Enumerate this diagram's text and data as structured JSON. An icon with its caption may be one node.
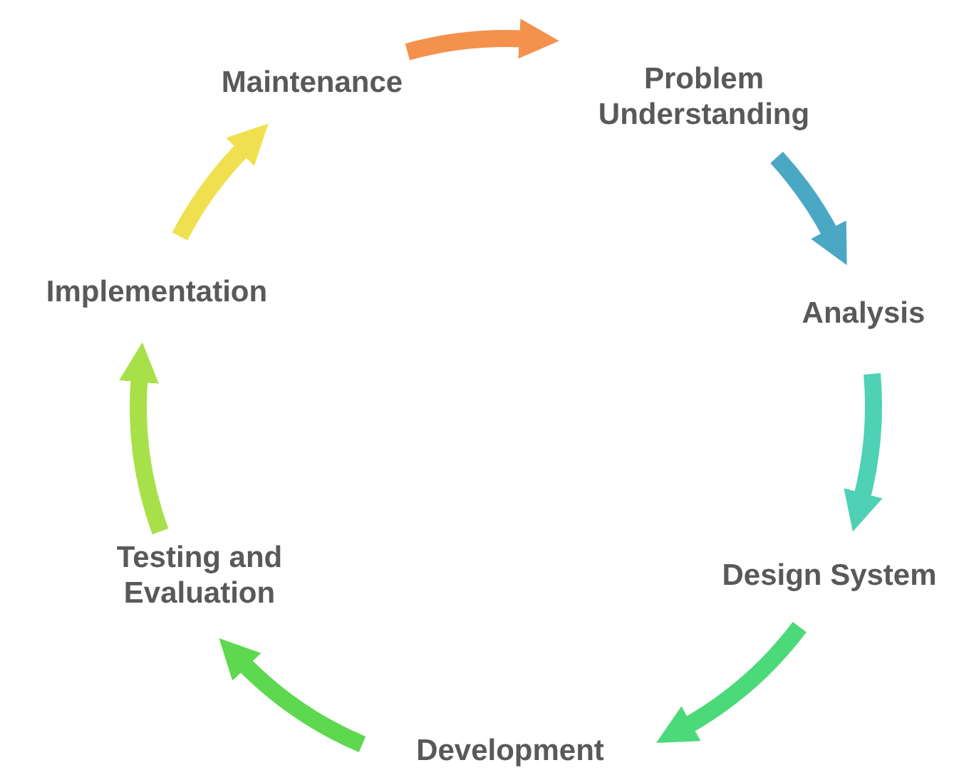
{
  "diagram": {
    "nodes": [
      {
        "text": [
          "Maintenance"
        ]
      },
      {
        "text": [
          "Problem Understanding"
        ]
      },
      {
        "text": [
          "Analysis"
        ]
      },
      {
        "text": [
          "Design System"
        ]
      },
      {
        "text": [
          "Development"
        ]
      },
      {
        "text": [
          "Testing and Evaluation"
        ]
      },
      {
        "text": [
          "Implementation"
        ]
      }
    ],
    "edges": [
      {
        "from": 0,
        "to": 1,
        "arrow": "to",
        "color": "#f4914c"
      },
      {
        "from": 1,
        "to": 2,
        "arrow": "to",
        "color": "#4aa8c4"
      },
      {
        "from": 2,
        "to": 3,
        "arrow": "to",
        "color": "#4fd1b5"
      },
      {
        "from": 3,
        "to": 4,
        "arrow": "to",
        "color": "#4cd97a"
      },
      {
        "from": 4,
        "to": 5,
        "arrow": "to",
        "color": "#5ed84f"
      },
      {
        "from": 5,
        "to": 6,
        "arrow": "to",
        "color": "#a8e04a"
      },
      {
        "from": 6,
        "to": 0,
        "arrow": "to",
        "color": "#f0e050"
      }
    ]
  }
}
